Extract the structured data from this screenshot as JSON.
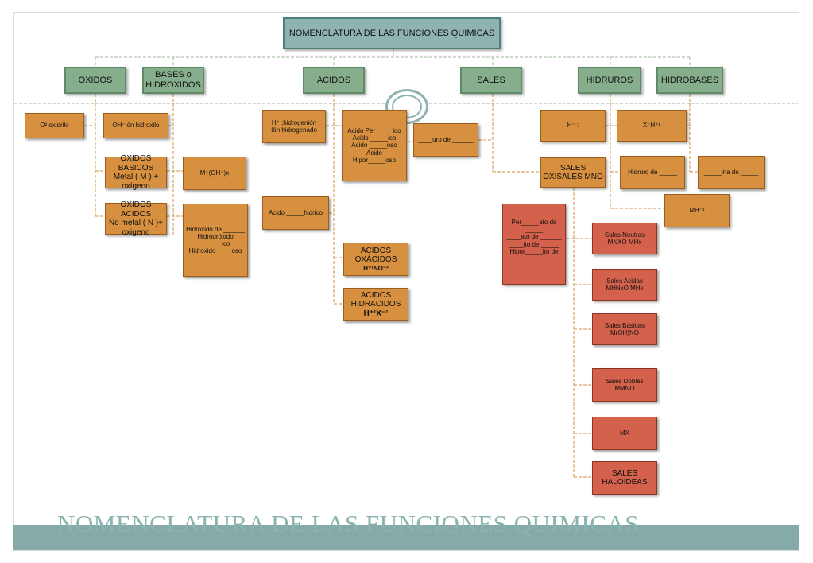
{
  "title": "NOMENCLATURA DE LAS FUNCIONES QUIMICAS",
  "footer_title": "NOMENCLATURA DE LAS FUNCIONES QUIMICAS",
  "categories": {
    "oxidos": "OXIDOS",
    "bases_line1": "BASES o",
    "bases_line2": "HIDROXIDOS",
    "acidos": "ACIDOS",
    "sales": "SALES",
    "hidruros": "HIDRUROS",
    "hidrobases": "HIDROBASES"
  },
  "oxidos_branch": {
    "oxidrilo": "O² oxidrilo"
  },
  "bases_branch": {
    "ion_hidroxilo": "OH⁻ión hidroxilo",
    "oxidos_basicos": [
      "OXIDOS",
      "BASICOS",
      "Metal ( M ) +",
      "oxígeno"
    ],
    "oxidos_acidos": [
      "OXIDOS",
      "ACIDOS",
      "No metal ( N )+",
      "oxigeno"
    ],
    "formula_hidroxido": "M⁺(OH⁻)x",
    "hidroxido_names": [
      "Hidróxido de ______",
      "Hidrodróxido",
      "______ico",
      "Hidroxido ____oso"
    ]
  },
  "acidos_branch": {
    "hidrogenion": [
      "H⁺ :hidrogenión",
      "Ión hidrogenado"
    ],
    "acido_names": [
      "Acido  Per_____ico",
      "Acido  _____ico",
      "Acido _____oso",
      "Acido",
      "Hipor_____oso"
    ],
    "acido_hidrico": "Acido _____hidrico",
    "oxacidos": [
      "ACIDOS",
      "OXÁCIDOS",
      "H⁺¹NO⁻²"
    ],
    "hidracidos": [
      "ACIDOS",
      "HIDRACIDOS",
      "H⁺¹X⁻¹"
    ]
  },
  "sales_branch": {
    "uro_de": "____uro de ______",
    "oxisales": [
      "SALES",
      "OXISALES MNO"
    ],
    "sal_names": [
      "Per_____ato de",
      "_____",
      "____ato de ______",
      "____ito de _____",
      "Hipor_____ito de",
      "_____"
    ],
    "neutras": [
      "Sales Neutras",
      "MNXO MHx"
    ],
    "acidas": [
      "Sales Acidas",
      "MHNxO  MHx"
    ],
    "basicas": [
      "Sales Básicas",
      "M(OH)NO"
    ],
    "dobles": [
      "Sales Dobles",
      "MMNO"
    ],
    "mx": "MX",
    "haloideas": [
      "SALES",
      "HALOIDEAS"
    ]
  },
  "hidruros_branch": {
    "h_minus": "H⁻ :",
    "hidruro_de": "Hidruro de _____",
    "mh": "MH⁻¹"
  },
  "hidrobases_branch": {
    "x_h": "X⁻H⁺¹",
    "ina_de": "_____ina de _____"
  },
  "colors": {
    "category_green": "#86ad8c",
    "title_teal": "#8fb3b0",
    "concept_orange": "#d6903f",
    "salt_red": "#d4614c",
    "footer_bar": "#86aaa7"
  }
}
